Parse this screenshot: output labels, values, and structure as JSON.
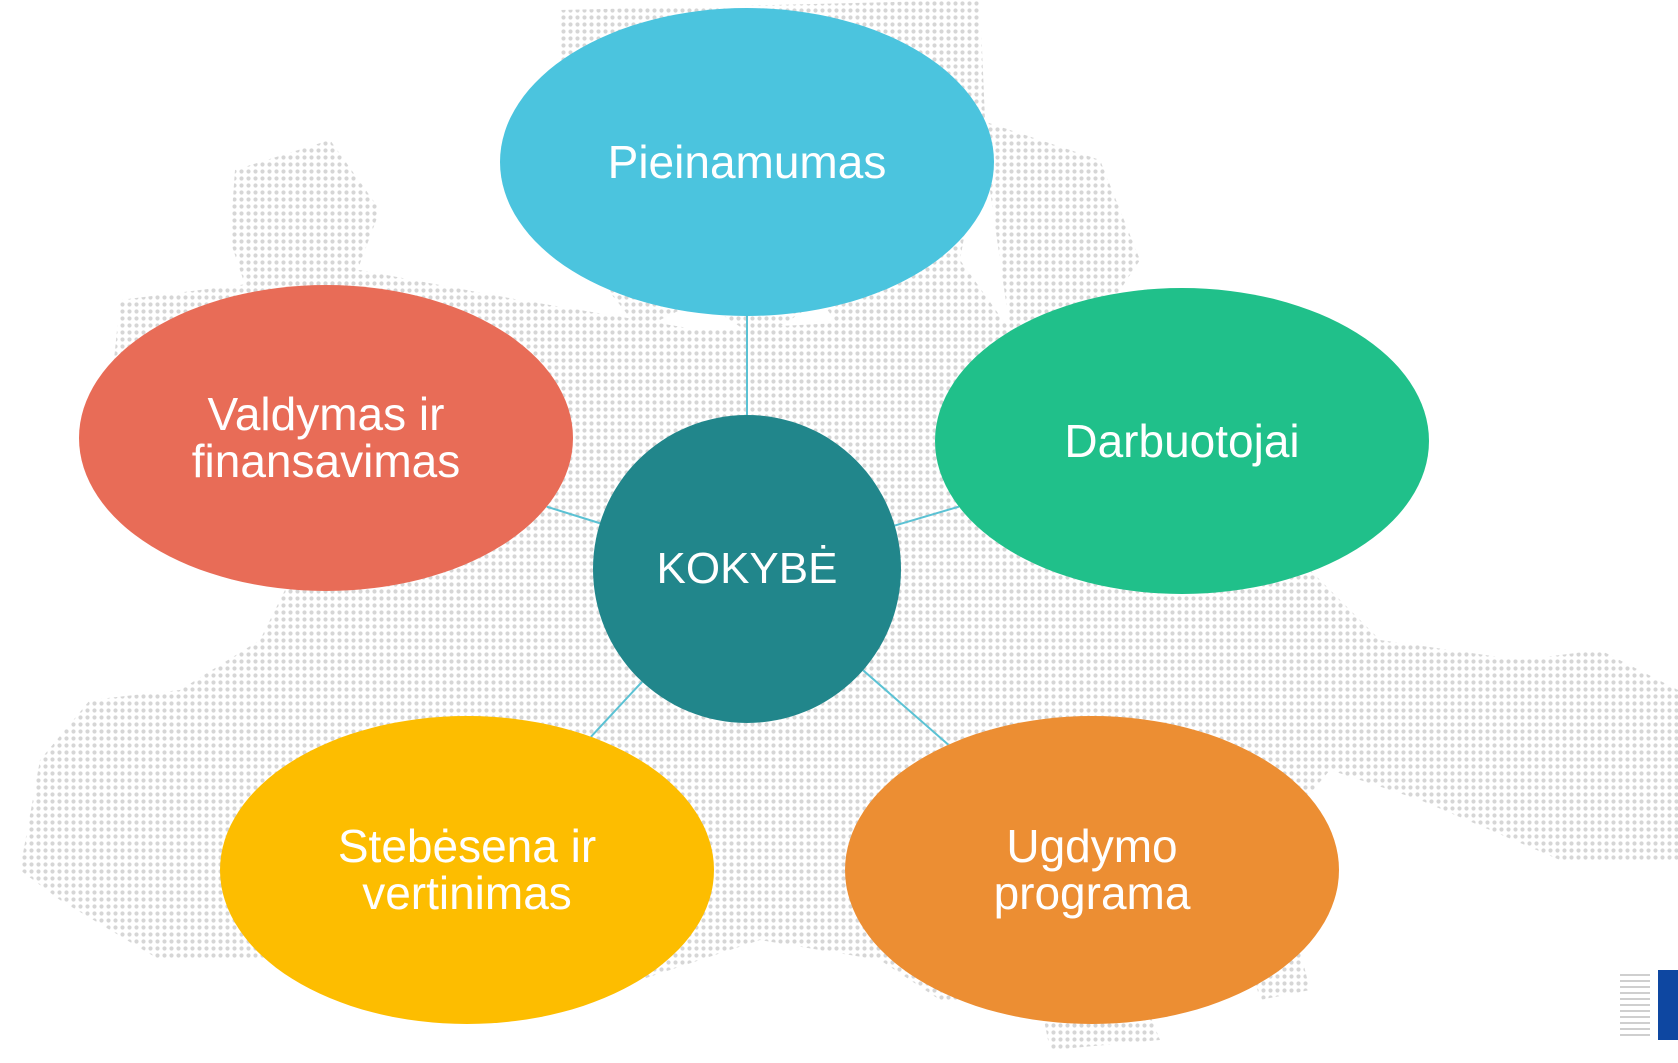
{
  "diagram": {
    "center": {
      "label": "KOKYBĖ",
      "color": "#21868b"
    },
    "nodes": [
      {
        "id": "top",
        "label": "Pieinamumas",
        "color": "#4bc4de"
      },
      {
        "id": "left",
        "label": "Valdymas ir\nfinansavimas",
        "color": "#e86c57"
      },
      {
        "id": "right",
        "label": "Darbuotojai",
        "color": "#20c08a"
      },
      {
        "id": "bottom-left",
        "label": "Stebėsena ir\nvertinimas",
        "color": "#fdbd00"
      },
      {
        "id": "bottom-right",
        "label": "Ugdymo\nprograma",
        "color": "#ec8e33"
      }
    ],
    "connector_color": "#5bc2d4",
    "background_map_color": "#d9d9d9",
    "logo_color": "#0e47a1"
  }
}
